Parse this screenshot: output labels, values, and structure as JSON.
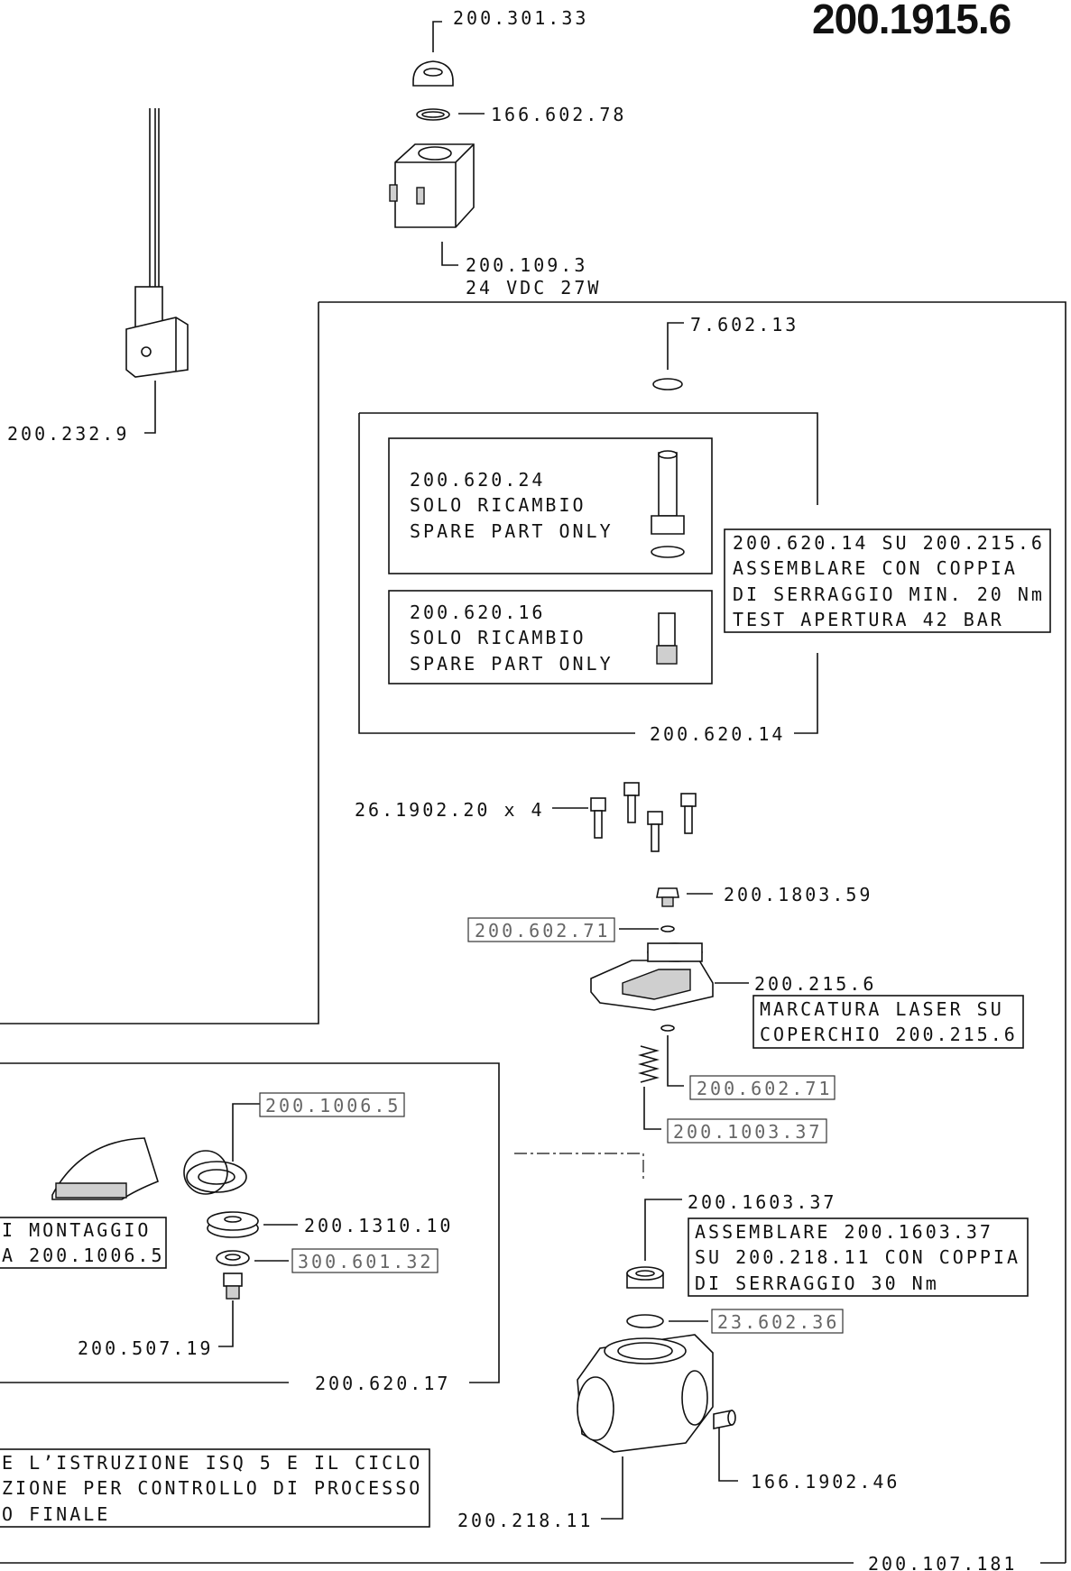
{
  "drawing_number": "200.1915.6",
  "labels": {
    "nut": "200.301.33",
    "oring_top": "166.602.78",
    "coil_code": "200.109.3",
    "coil_spec": "24 VDC 27W",
    "connector": "200.232.9",
    "oring_stem": "7.602.13",
    "stem_kit": "200.620.14",
    "screws": "26.1902.20 x 4",
    "plug": "200.1803.59",
    "oring_small_a": "200.602.71",
    "cover": "200.215.6",
    "oring_small_b": "200.602.71",
    "spring": "200.1003.37",
    "seat": "200.1603.37",
    "oring_body": "23.602.36",
    "pin": "166.1902.46",
    "body": "200.218.11",
    "valve_assembly": "200.107.181",
    "diaphragm": "200.1006.5",
    "disc": "200.1310.10",
    "washer": "300.601.32",
    "insert": "200.507.19",
    "diaphragm_kit": "200.620.17"
  },
  "spare_stem": [
    "200.620.24",
    "SOLO RICAMBIO",
    "SPARE PART ONLY"
  ],
  "spare_core": [
    "200.620.16",
    "SOLO RICAMBIO",
    "SPARE PART ONLY"
  ],
  "note_stem": [
    "200.620.14 SU 200.215.6",
    "ASSEMBLARE CON COPPIA",
    "DI SERRAGGIO MIN. 20 Nm",
    "TEST APERTURA 42 BAR"
  ],
  "note_laser": [
    "MARCATURA LASER SU",
    "COPERCHIO 200.215.6"
  ],
  "note_seat": [
    "ASSEMBLARE 200.1603.37",
    "SU 200.218.11 CON COPPIA",
    "DI SERRAGGIO 30 Nm"
  ],
  "note_mount": [
    "I MONTAGGIO",
    "A 200.1006.5"
  ],
  "note_iso": [
    "E L’ISTRUZIONE ISQ 5 E IL CICLO",
    "ZIONE PER CONTROLLO DI PROCESSO",
    "O FINALE"
  ]
}
